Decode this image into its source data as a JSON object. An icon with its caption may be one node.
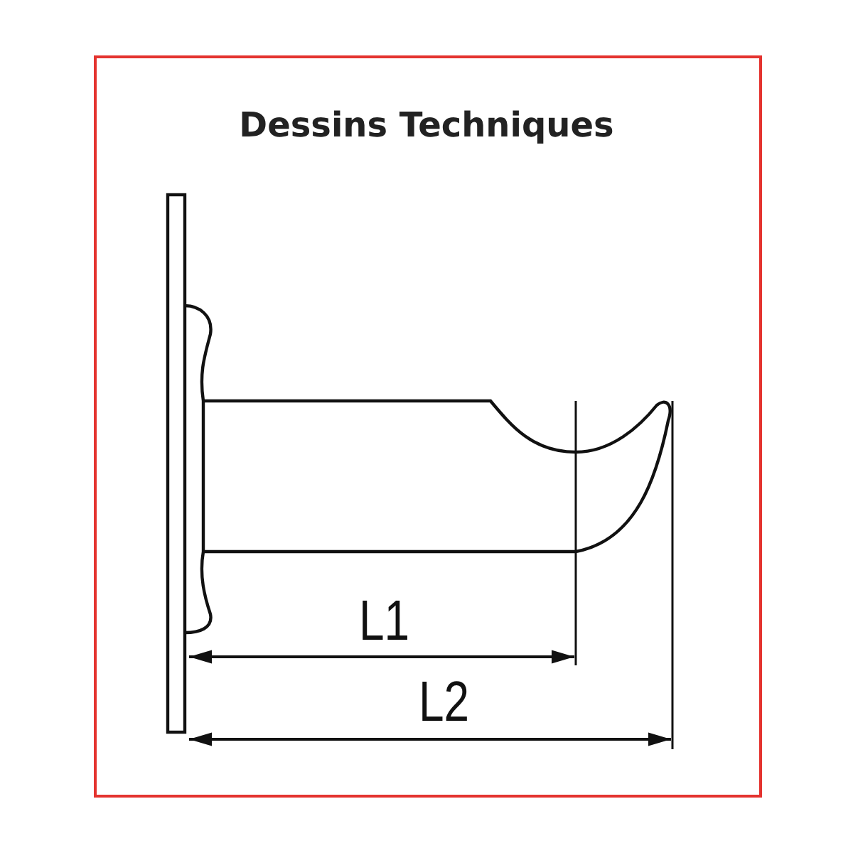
{
  "diagram": {
    "title": "Dessins Techniques",
    "labels": [
      "L1",
      "L2"
    ]
  }
}
